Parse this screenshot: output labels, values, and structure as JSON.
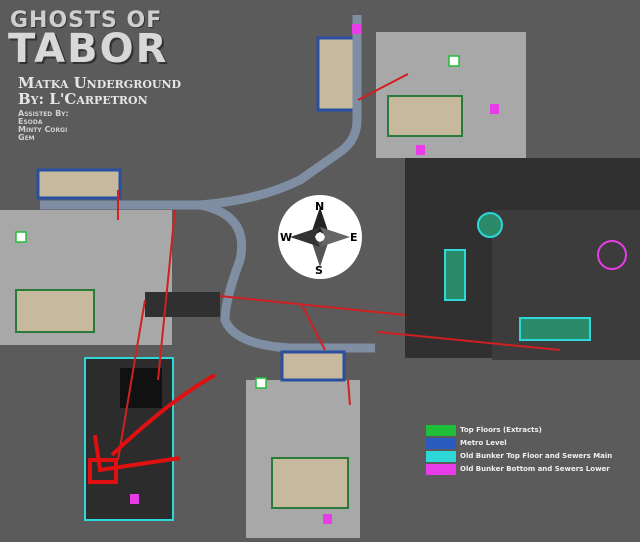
{
  "header": {
    "logo_line1": "GHOSTS OF",
    "logo_line2": "TABOR",
    "map_title": "Matka Underground",
    "author": "By: L'Carpetron",
    "assisted_heading": "Assisted By:",
    "assistants": [
      "Esoda",
      "Minty Corgi",
      "Gem"
    ]
  },
  "compass": {
    "north": "N",
    "south": "S",
    "east": "E",
    "west": "W"
  },
  "legend": {
    "items": [
      {
        "label": "Top Floors (Extracts)",
        "color": "#1fbf3a"
      },
      {
        "label": "Metro Level",
        "color": "#2a5bbf"
      },
      {
        "label": "Old Bunker Top Floor and Sewers Main",
        "color": "#2fd8d8"
      },
      {
        "label": "Old Bunker Bottom and Sewers Lower",
        "color": "#e83ce8"
      }
    ]
  },
  "markers": {
    "extract_icon": "exit-sign-icon",
    "lower_marker_icon": "stairs-down-icon",
    "highlight_arrow": "red-arrow-icon"
  }
}
